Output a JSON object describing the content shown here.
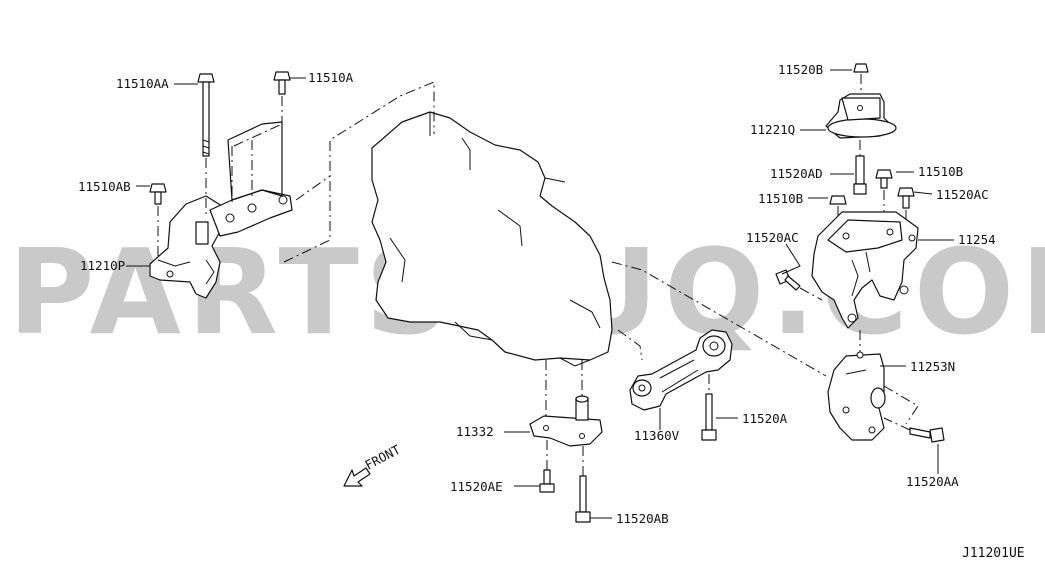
{
  "watermark": "PARTSOUQ.COM",
  "drawing_ref": "J11201UE",
  "front_label": "FRONT",
  "parts": {
    "p11510AA": "11510AA",
    "p11510A": "11510A",
    "p11510AB": "11510AB",
    "p11210P": "11210P",
    "p11520B": "11520B",
    "p11221Q": "11221Q",
    "p11520AD": "11520AD",
    "p11510B_right": "11510B",
    "p11510B_left": "11510B",
    "p11520AC_right": "11520AC",
    "p11520AC_left": "11520AC",
    "p11254": "11254",
    "p11253N": "11253N",
    "p11520AA_right": "11520AA",
    "p11332": "11332",
    "p11360V": "11360V",
    "p11520A": "11520A",
    "p11520AE": "11520AE",
    "p11520AB": "11520AB"
  }
}
